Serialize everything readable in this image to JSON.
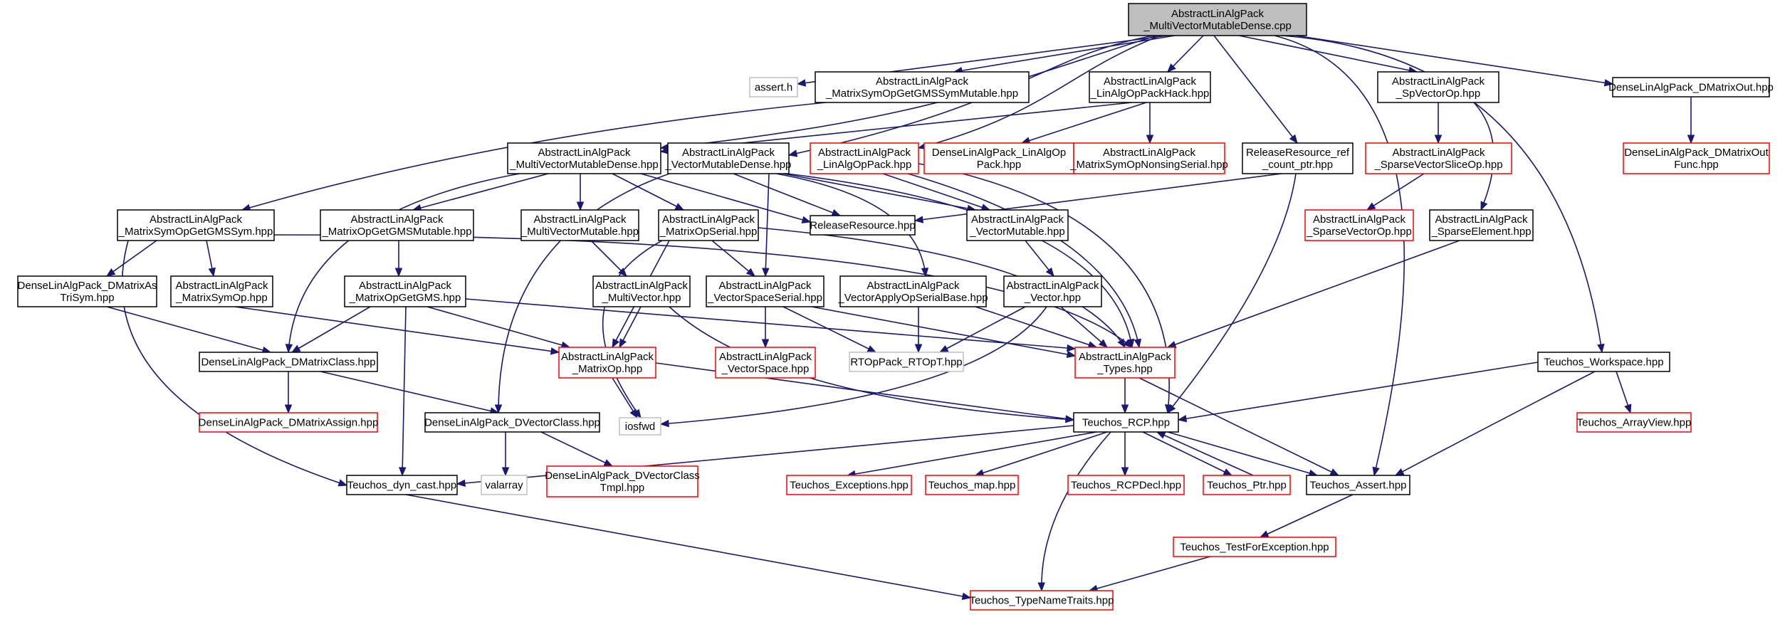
{
  "graph": {
    "colors": {
      "edge": "#191970",
      "border_default": "#000000",
      "border_missing": "#bfbfbf",
      "border_truncated": "#ff0000",
      "root_fill": "#bfbfbf",
      "fill": "#ffffff"
    },
    "nodes": [
      {
        "id": "root",
        "lines": [
          "AbstractLinAlgPack",
          "_MultiVectorMutableDense.cpp"
        ],
        "style": "root"
      },
      {
        "id": "assert_h",
        "lines": [
          "assert.h"
        ],
        "style": "missing"
      },
      {
        "id": "symopgetgmssymmut",
        "lines": [
          "AbstractLinAlgPack",
          "_MatrixSymOpGetGMSSymMutable.hpp"
        ],
        "style": "default"
      },
      {
        "id": "linalgoppackhack",
        "lines": [
          "AbstractLinAlgPack",
          "_LinAlgOpPackHack.hpp"
        ],
        "style": "default"
      },
      {
        "id": "spvectorop",
        "lines": [
          "AbstractLinAlgPack",
          "_SpVectorOp.hpp"
        ],
        "style": "default"
      },
      {
        "id": "dmatrixout",
        "lines": [
          "DenseLinAlgPack_DMatrixOut.hpp"
        ],
        "style": "default"
      },
      {
        "id": "multivectormutabledense",
        "lines": [
          "AbstractLinAlgPack",
          "_MultiVectorMutableDense.hpp"
        ],
        "style": "default"
      },
      {
        "id": "vectormutabledense",
        "lines": [
          "AbstractLinAlgPack",
          "_VectorMutableDense.hpp"
        ],
        "style": "default"
      },
      {
        "id": "linalgoppack",
        "lines": [
          "AbstractLinAlgPack",
          "_LinAlgOpPack.hpp"
        ],
        "style": "truncated"
      },
      {
        "id": "dlinalgoppack",
        "lines": [
          "DenseLinAlgPack_LinAlgOp",
          "Pack.hpp"
        ],
        "style": "truncated"
      },
      {
        "id": "symopnonsingserial",
        "lines": [
          "AbstractLinAlgPack",
          "_MatrixSymOpNonsingSerial.hpp"
        ],
        "style": "truncated"
      },
      {
        "id": "releaseresource_ref",
        "lines": [
          "ReleaseResource_ref",
          "_count_ptr.hpp"
        ],
        "style": "default"
      },
      {
        "id": "sparsevectorsliceop",
        "lines": [
          "AbstractLinAlgPack",
          "_SparseVectorSliceOp.hpp"
        ],
        "style": "truncated"
      },
      {
        "id": "dmatrixoutfunc",
        "lines": [
          "DenseLinAlgPack_DMatrixOut",
          "Func.hpp"
        ],
        "style": "truncated"
      },
      {
        "id": "symopgetgmssym",
        "lines": [
          "AbstractLinAlgPack",
          "_MatrixSymOpGetGMSSym.hpp"
        ],
        "style": "default"
      },
      {
        "id": "opgetgmsmutable",
        "lines": [
          "AbstractLinAlgPack",
          "_MatrixOpGetGMSMutable.hpp"
        ],
        "style": "default"
      },
      {
        "id": "multivectormutable",
        "lines": [
          "AbstractLinAlgPack",
          "_MultiVectorMutable.hpp"
        ],
        "style": "default"
      },
      {
        "id": "matrixopserial",
        "lines": [
          "AbstractLinAlgPack",
          "_MatrixOpSerial.hpp"
        ],
        "style": "default"
      },
      {
        "id": "releaseresource",
        "lines": [
          "ReleaseResource.hpp"
        ],
        "style": "default"
      },
      {
        "id": "vectormutable",
        "lines": [
          "AbstractLinAlgPack",
          "_VectorMutable.hpp"
        ],
        "style": "default"
      },
      {
        "id": "sparsevectorop",
        "lines": [
          "AbstractLinAlgPack",
          "_SparseVectorOp.hpp"
        ],
        "style": "truncated"
      },
      {
        "id": "sparseelement",
        "lines": [
          "AbstractLinAlgPack",
          "_SparseElement.hpp"
        ],
        "style": "default"
      },
      {
        "id": "dmatrixastrisym",
        "lines": [
          "DenseLinAlgPack_DMatrixAs",
          "TriSym.hpp"
        ],
        "style": "default"
      },
      {
        "id": "matrixsymop",
        "lines": [
          "AbstractLinAlgPack",
          "_MatrixSymOp.hpp"
        ],
        "style": "default"
      },
      {
        "id": "matrixopgetgms",
        "lines": [
          "AbstractLinAlgPack",
          "_MatrixOpGetGMS.hpp"
        ],
        "style": "default"
      },
      {
        "id": "multivector",
        "lines": [
          "AbstractLinAlgPack",
          "_MultiVector.hpp"
        ],
        "style": "default"
      },
      {
        "id": "vectorspaceserial",
        "lines": [
          "AbstractLinAlgPack",
          "_VectorSpaceSerial.hpp"
        ],
        "style": "default"
      },
      {
        "id": "vectorapplyopserialbase",
        "lines": [
          "AbstractLinAlgPack",
          "_VectorApplyOpSerialBase.hpp"
        ],
        "style": "default"
      },
      {
        "id": "vector",
        "lines": [
          "AbstractLinAlgPack",
          "_Vector.hpp"
        ],
        "style": "default"
      },
      {
        "id": "dmatrixclass",
        "lines": [
          "DenseLinAlgPack_DMatrixClass.hpp"
        ],
        "style": "default"
      },
      {
        "id": "matrixop",
        "lines": [
          "AbstractLinAlgPack",
          "_MatrixOp.hpp"
        ],
        "style": "truncated"
      },
      {
        "id": "vectorspace",
        "lines": [
          "AbstractLinAlgPack",
          "_VectorSpace.hpp"
        ],
        "style": "truncated"
      },
      {
        "id": "rtoppack_rtopt",
        "lines": [
          "RTOpPack_RTOpT.hpp"
        ],
        "style": "missing"
      },
      {
        "id": "types",
        "lines": [
          "AbstractLinAlgPack",
          "_Types.hpp"
        ],
        "style": "truncated"
      },
      {
        "id": "teuchos_workspace",
        "lines": [
          "Teuchos_Workspace.hpp"
        ],
        "style": "default"
      },
      {
        "id": "dmatrixassign",
        "lines": [
          "DenseLinAlgPack_DMatrixAssign.hpp"
        ],
        "style": "truncated"
      },
      {
        "id": "dvectorclass",
        "lines": [
          "DenseLinAlgPack_DVectorClass.hpp"
        ],
        "style": "default"
      },
      {
        "id": "iosfwd",
        "lines": [
          "iosfwd"
        ],
        "style": "missing"
      },
      {
        "id": "teuchos_rcp",
        "lines": [
          "Teuchos_RCP.hpp"
        ],
        "style": "default"
      },
      {
        "id": "teuchos_arrayview",
        "lines": [
          "Teuchos_ArrayView.hpp"
        ],
        "style": "truncated"
      },
      {
        "id": "teuchos_dyn_cast",
        "lines": [
          "Teuchos_dyn_cast.hpp"
        ],
        "style": "default"
      },
      {
        "id": "valarray",
        "lines": [
          "valarray"
        ],
        "style": "missing"
      },
      {
        "id": "dvectorclasstmpl",
        "lines": [
          "DenseLinAlgPack_DVectorClass",
          "Tmpl.hpp"
        ],
        "style": "truncated"
      },
      {
        "id": "teuchos_exceptions",
        "lines": [
          "Teuchos_Exceptions.hpp"
        ],
        "style": "truncated"
      },
      {
        "id": "teuchos_map",
        "lines": [
          "Teuchos_map.hpp"
        ],
        "style": "truncated"
      },
      {
        "id": "teuchos_rcpdecl",
        "lines": [
          "Teuchos_RCPDecl.hpp"
        ],
        "style": "truncated"
      },
      {
        "id": "teuchos_ptr",
        "lines": [
          "Teuchos_Ptr.hpp"
        ],
        "style": "truncated"
      },
      {
        "id": "teuchos_assert",
        "lines": [
          "Teuchos_Assert.hpp"
        ],
        "style": "default"
      },
      {
        "id": "teuchos_testforexception",
        "lines": [
          "Teuchos_TestForException.hpp"
        ],
        "style": "truncated"
      },
      {
        "id": "teuchos_typenametraits",
        "lines": [
          "Teuchos_TypeNameTraits.hpp"
        ],
        "style": "truncated"
      }
    ]
  }
}
